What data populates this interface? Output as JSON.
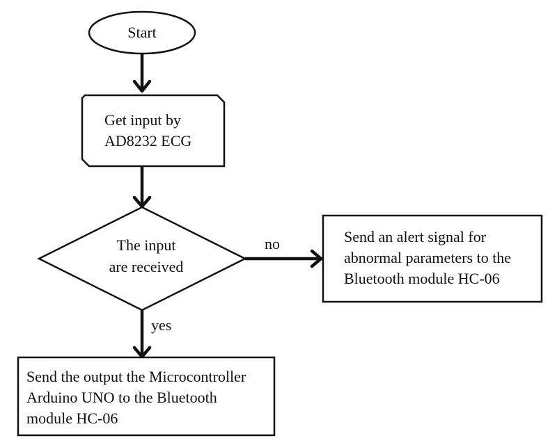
{
  "flowchart": {
    "start": {
      "label": "Start"
    },
    "input": {
      "lines": [
        "Get input by",
        "AD8232 ECG"
      ]
    },
    "decision": {
      "lines": [
        "The input",
        "are received"
      ]
    },
    "alert": {
      "lines": [
        "Send an alert signal for",
        "abnormal parameters to the",
        "Bluetooth module HC-06"
      ]
    },
    "output": {
      "lines": [
        "Send the output the Microcontroller",
        "Arduino UNO to the Bluetooth",
        "module HC-06"
      ]
    },
    "edges": {
      "no_label": "no",
      "yes_label": "yes"
    }
  }
}
